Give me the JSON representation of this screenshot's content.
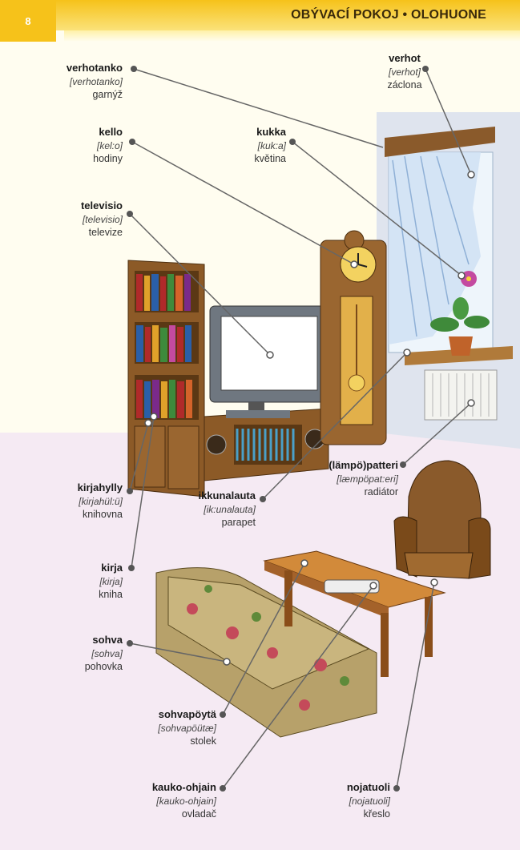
{
  "header": {
    "page_number": "8",
    "title": "OBÝVACÍ POKOJ • OLOHUONE"
  },
  "labels": [
    {
      "id": "verhotanko",
      "word": "verhotanko",
      "pron": "[verhotanko]",
      "translation": "garnýž"
    },
    {
      "id": "verhot",
      "word": "verhot",
      "pron": "[verhot]",
      "translation": "záclona"
    },
    {
      "id": "kello",
      "word": "kello",
      "pron": "[kel:o]",
      "translation": "hodiny"
    },
    {
      "id": "kukka",
      "word": "kukka",
      "pron": "[kuk:a]",
      "translation": "květina"
    },
    {
      "id": "televisio",
      "word": "televisio",
      "pron": "[televisio]",
      "translation": "televize"
    },
    {
      "id": "lampopatteri",
      "word": "(lämpö)patteri",
      "pron": "[læmpöpat:eri]",
      "translation": "radiátor"
    },
    {
      "id": "kirjahylly",
      "word": "kirjahylly",
      "pron": "[kirjahül:ü]",
      "translation": "knihovna"
    },
    {
      "id": "ikkunalauta",
      "word": "ikkunalauta",
      "pron": "[ik:unalauta]",
      "translation": "parapet"
    },
    {
      "id": "kirja",
      "word": "kirja",
      "pron": "[kirja]",
      "translation": "kniha"
    },
    {
      "id": "sohva",
      "word": "sohva",
      "pron": "[sohva]",
      "translation": "pohovka"
    },
    {
      "id": "sohvapoyta",
      "word": "sohvapöytä",
      "pron": "[sohvapöütæ]",
      "translation": "stolek"
    },
    {
      "id": "kauko-ohjain",
      "word": "kauko-ohjain",
      "pron": "[kauko-ohjain]",
      "translation": "ovladač"
    },
    {
      "id": "nojatuoli",
      "word": "nojatuoli",
      "pron": "[nojatuoli]",
      "translation": "křeslo"
    }
  ]
}
